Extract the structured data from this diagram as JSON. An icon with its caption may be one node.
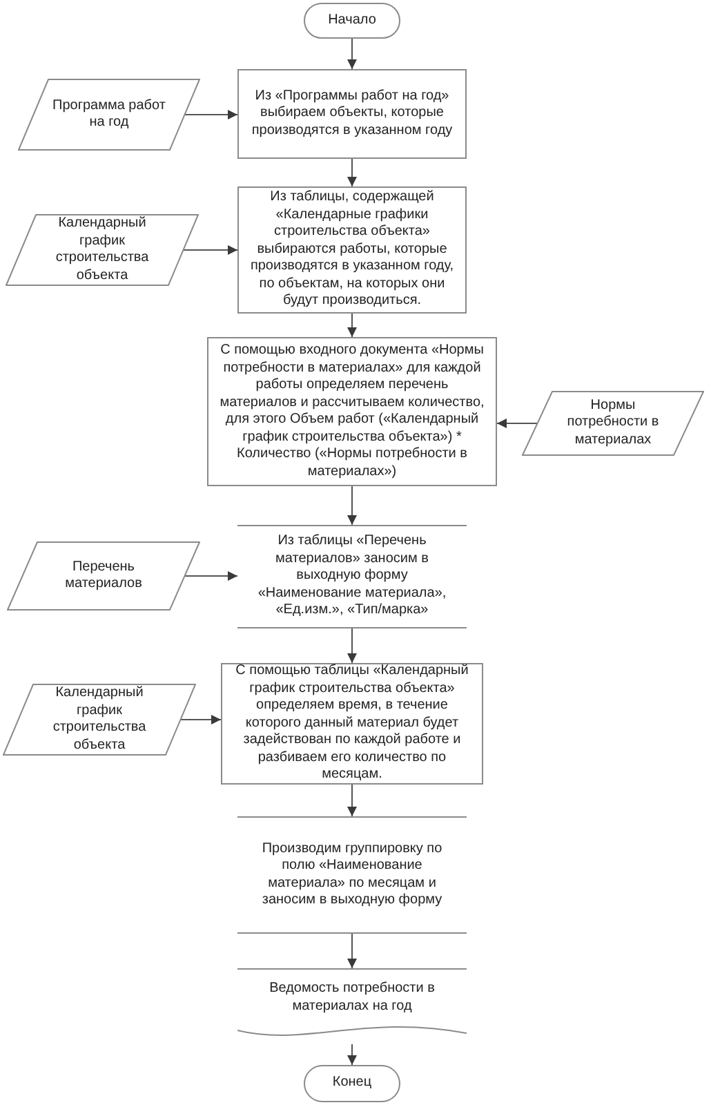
{
  "diagram": {
    "nodes": [
      {
        "text": [
          "Начало"
        ]
      },
      {
        "text": [
          "Программа работ на год"
        ]
      },
      {
        "text": [
          "Из «Программы работ на год» выбираем объекты, которые производятся в указанном году"
        ]
      },
      {
        "text": [
          "Календарный график строительства объекта"
        ]
      },
      {
        "text": [
          "Из таблицы, содержащей «Календарные графики строительства объекта» выбираются работы, которые производятся в указанном году, по объектам, на которых они будут производиться."
        ]
      },
      {
        "text": [
          "С помощью входного документа «Нормы потребности в материалах» для каждой работы определяем перечень материалов и рассчитываем количество, для этого Объем работ («Календарный график строительства объекта») * Количество («Нормы потребности в материалах»)"
        ]
      },
      {
        "text": [
          "Нормы потребности в материалах"
        ]
      },
      {
        "text": [
          "Перечень материалов"
        ]
      },
      {
        "text": [
          "Из таблицы «Перечень материалов» заносим в выходную форму «Наименование материала», «Ед.изм.», «Тип/марка»"
        ]
      },
      {
        "text": [
          "Календарный график строительства объекта"
        ]
      },
      {
        "text": [
          "С помощью таблицы «Календарный график строительства объекта» определяем время, в течение которого данный материал будет задействован по каждой работе и разбиваем его количество по месяцам."
        ]
      },
      {
        "text": [
          "Производим группировку по полю «Наименование материала» по месяцам и заносим в выходную форму"
        ]
      },
      {
        "text": [
          "Ведомость потребности в материалах на год"
        ]
      },
      {
        "text": [
          "Конец"
        ]
      }
    ],
    "edges": [
      {
        "from": 0,
        "to": 2,
        "arrow": "to"
      },
      {
        "from": 1,
        "to": 2,
        "arrow": "to"
      },
      {
        "from": 2,
        "to": 4,
        "arrow": "to"
      },
      {
        "from": 3,
        "to": 4,
        "arrow": "to"
      },
      {
        "from": 4,
        "to": 5,
        "arrow": "to"
      },
      {
        "from": 6,
        "to": 5,
        "arrow": "to"
      },
      {
        "from": 5,
        "to": 8,
        "arrow": "to"
      },
      {
        "from": 7,
        "to": 8,
        "arrow": "to"
      },
      {
        "from": 8,
        "to": 10,
        "arrow": "to"
      },
      {
        "from": 9,
        "to": 10,
        "arrow": "to"
      },
      {
        "from": 10,
        "to": 11,
        "arrow": "to"
      },
      {
        "from": 11,
        "to": 12,
        "arrow": "to"
      },
      {
        "from": 12,
        "to": 13,
        "arrow": "to"
      }
    ]
  }
}
